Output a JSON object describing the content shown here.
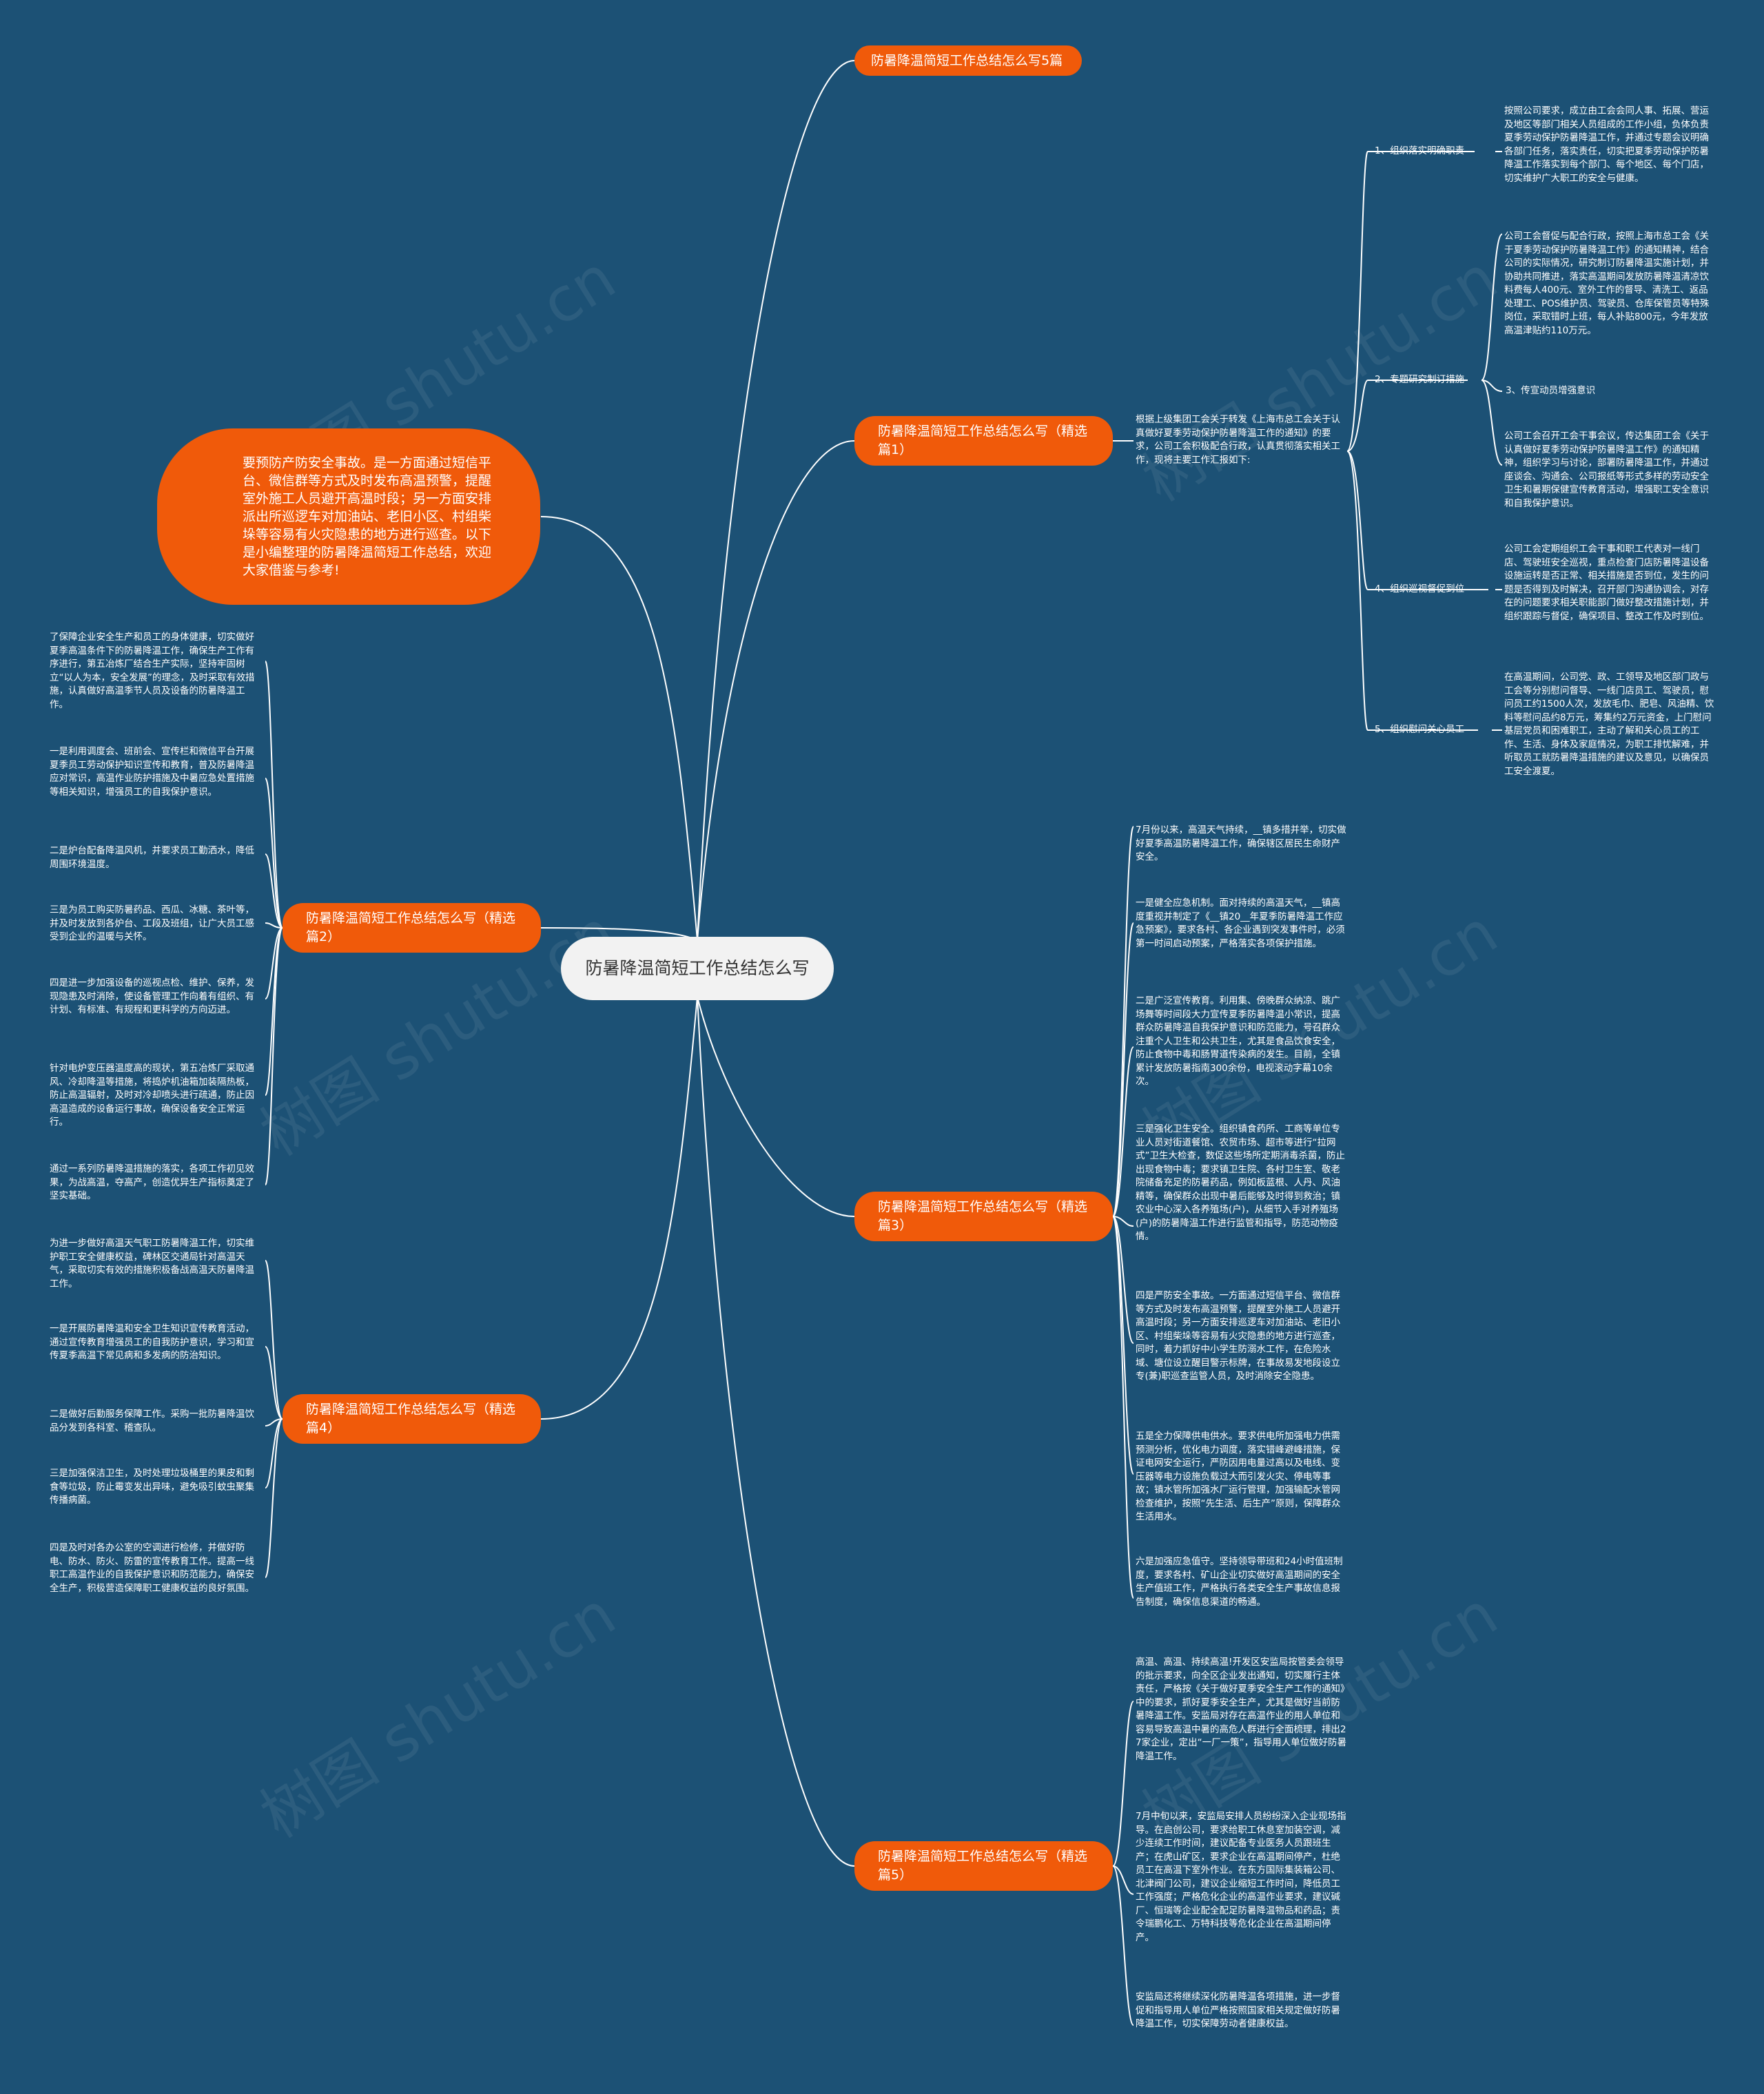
{
  "center": "防暑降温简短工作总结怎么写",
  "intro": "要预防产防安全事故。是一方面通过短信平台、微信群等方式及时发布高温预警，提醒室外施工人员避开高温时段；另一方面安排派出所巡逻车对加油站、老旧小区、村组柴垛等容易有火灾隐患的地方进行巡查。以下是小编整理的防暑降温简短工作总结，欢迎大家借鉴与参考!",
  "title5": "防暑降温简短工作总结怎么写5篇",
  "b1": {
    "label": "防暑降温简短工作总结怎么写（精选篇1）",
    "intro": "根据上级集团工会关于转发《上海市总工会关于认真做好夏季劳动保护防暑降温工作的通知》的要求，公司工会积极配合行政，认真贯彻落实相关工作，现将主要工作汇报如下:",
    "s1": "1、组织落实明确职责",
    "s1_text": "按照公司要求，成立由工会会同人事、拓展、营运及地区等部门相关人员组成的工作小组，负体负责夏季劳动保护防暑降温工作，并通过专题会议明确各部门任务，落实责任，切实把夏季劳动保护防暑降温工作落实到每个部门、每个地区、每个门店，切实维护广大职工的安全与健康。",
    "s2": "2、专题研究制订措施",
    "s2_text": "公司工会督促与配合行政，按照上海市总工会《关于夏季劳动保护防暑降温工作》的通知精神，结合公司的实际情况，研究制订防暑降温实施计划，并协助共同推进，落实高温期间发放防暑降温清凉饮料费每人400元、室外工作的督导、清洗工、返品处理工、POS维护员、驾驶员、仓库保管员等特殊岗位，采取错时上班，每人补贴800元，今年发放高温津贴约110万元。",
    "s3": "3、传宣动员增强意识",
    "s3_text": "公司工会召开工会干事会议，传达集团工会《关于认真做好夏季劳动保护防暑降温工作》的通知精神，组织学习与讨论，部署防暑降温工作，并通过座谈会、沟通会、公司报纸等形式多样的劳动安全卫生和暑期保健宣传教育活动，增强职工安全意识和自我保护意识。",
    "s4": "4、组织巡视督促到位",
    "s4_text": "公司工会定期组织工会干事和职工代表对一线门店、驾驶班安全巡视，重点检查门店防暑降温设备设施运转是否正常、相关措施是否到位，发生的问题是否得到及时解决，召开部门沟通协调会，对存在的问题要求相关职能部门做好整改措施计划，并组织跟踪与督促，确保项目、整改工作及时到位。",
    "s5": "5、组织慰问关心员工",
    "s5_text": "在高温期间，公司党、政、工领导及地区部门政与工会等分别慰问督导、一线门店员工、驾驶员，慰问员工约1500人次，发放毛巾、肥皂、风油精、饮料等慰问品约8万元，筹集约2万元资金，上门慰问基层党员和困难职工，主动了解和关心员工的工作、生活、身体及家庭情况，为职工排忧解难，并听取员工就防暑降温措施的建议及意见，以确保员工安全渡夏。"
  },
  "b2": {
    "label": "防暑降温简短工作总结怎么写（精选篇2）",
    "items": [
      "了保障企业安全生产和员工的身体健康，切实做好夏季高温条件下的防暑降温工作，确保生产工作有序进行，第五冶炼厂结合生产实际，坚持牢固树立“以人为本，安全发展”的理念，及时采取有效措施，认真做好高温季节人员及设备的防暑降温工作。",
      "一是利用调度会、班前会、宣传栏和微信平台开展夏季员工劳动保护知识宣传和教育，普及防暑降温应对常识，高温作业防护措施及中暑应急处置措施等相关知识，增强员工的自我保护意识。",
      "二是炉台配备降温风机，并要求员工勤洒水，降低周围环境温度。",
      "三是为员工购买防暑药品、西瓜、冰糖、茶叶等，并及时发放到各炉台、工段及班组，让广大员工感受到企业的温暖与关怀。",
      "四是进一步加强设备的巡视点检、维护、保养，发现隐患及时消除，使设备管理工作向着有组织、有计划、有标准、有规程和更科学的方向迈进。",
      "针对电炉变压器温度高的现状，第五冶炼厂采取通风、冷却降温等措施，将捣炉机油箱加装隔热板，防止高温辐射，及时对冷却喷头进行疏通，防止因高温造成的设备运行事故，确保设备安全正常运行。",
      "通过一系列防暑降温措施的落实，各项工作初见效果，为战高温，夺高产，创造优异生产指标奠定了坚实基础。"
    ]
  },
  "b3": {
    "label": "防暑降温简短工作总结怎么写（精选篇3）",
    "items": [
      "7月份以来，高温天气持续，__镇多措并举，切实做好夏季高温防暑降温工作，确保辖区居民生命财产安全。",
      "一是健全应急机制。面对持续的高温天气，__镇高度重视并制定了《__镇20__年夏季防暑降温工作应急预案》，要求各村、各企业遇到突发事件时，必须第一时间启动预案，严格落实各项保护措施。",
      "二是广泛宣传教育。利用集、傍晚群众纳凉、跳广场舞等时间段大力宣传夏季防暑降温小常识，提高群众防暑降温自我保护意识和防范能力，号召群众注重个人卫生和公共卫生，尤其是食品饮食安全，防止食物中毒和肠胃道传染病的发生。目前，全镇累计发放防暑指南300余份，电视滚动字幕10余次。",
      "三是强化卫生安全。组织镇食药所、工商等单位专业人员对街道餐馆、农贸市场、超市等进行“拉网式”卫生大检查，数促这些场所定期消毒杀菌，防止出现食物中毒；要求镇卫生院、各村卫生室、敬老院储备充足的防暑药品，例如板蓝根、人丹、风油精等，确保群众出现中暑后能够及时得到救治；镇农业中心深入各养殖场(户)，从细节入手对养殖场(户)的防暑降温工作进行监管和指导，防范动物疫情。",
      "四是严防安全事故。一方面通过短信平台、微信群等方式及时发布高温预警，提醒室外施工人员避开高温时段；另一方面安排巡逻车对加油站、老旧小区、村组柴垛等容易有火灾隐患的地方进行巡查，同时，着力抓好中小学生防溺水工作，在危险水域、塘位设立醒目警示标牌，在事故易发地段设立专(兼)职巡查监管人员，及时消除安全隐患。",
      "五是全力保障供电供水。要求供电所加强电力供需预测分析，优化电力调度，落实错峰避峰措施，保证电网安全运行，严防因用电量过高以及电线、变压器等电力设施负载过大而引发火灾、停电等事故；镇水管所加强水厂运行管理，加强输配水管网检查维护，按照“先生活、后生产”原则，保障群众生活用水。",
      "六是加强应急值守。坚持领导带班和24小时值班制度，要求各村、矿山企业切实做好高温期间的安全生产值班工作，严格执行各类安全生产事故信息报告制度，确保信息渠道的畅通。"
    ]
  },
  "b4": {
    "label": "防暑降温简短工作总结怎么写（精选篇4）",
    "items": [
      "为进一步做好高温天气职工防暑降温工作，切实维护职工安全健康权益，碑林区交通局针对高温天气，采取切实有效的措施积极备战高温天防暑降温工作。",
      "一是开展防暑降温和安全卫生知识宣传教育活动，通过宣传教育增强员工的自我防护意识，学习和宣传夏季高温下常见病和多发病的防治知识。",
      "二是做好后勤服务保障工作。采购一批防暑降温饮品分发到各科室、稽查队。",
      "三是加强保洁卫生，及时处理垃圾桶里的果皮和剩食等垃圾，防止霉变发出异味，避免吸引蚊虫聚集传播病菌。",
      "四是及时对各办公室的空调进行检修，并做好防电、防水、防火、防雷的宣传教育工作。提高一线职工高温作业的自我保护意识和防范能力，确保安全生产，积极营造保障职工健康权益的良好氛围。"
    ]
  },
  "b5": {
    "label": "防暑降温简短工作总结怎么写（精选篇5）",
    "items": [
      "高温、高温、持续高温!开发区安监局按管委会领导的批示要求，向全区企业发出通知，切实履行主体责任，严格按《关于做好夏季安全生产工作的通知》中的要求，抓好夏季安全生产，尤其是做好当前防暑降温工作。安监局对存在高温作业的用人单位和容易导致高温中暑的高危人群进行全面梳理，排出27家企业，定出“一厂一策”，指导用人单位做好防暑降温工作。",
      "7月中旬以来，安监局安排人员纷纷深入企业现场指导。在启创公司，要求给职工休息室加装空调，减少连续工作时间，建议配备专业医务人员跟班生产；在虎山矿区，要求企业在高温期间停产，杜绝员工在高温下室外作业。在东方国际集装箱公司、北津阀门公司，建议企业缩短工作时间，降低员工工作强度；严格危化企业的高温作业要求，建议碱厂、恒瑞等企业配全配足防暑降温物品和药品；责令瑞鹏化工、万特科技等危化企业在高温期间停产。",
      "安监局还将继续深化防暑降温各项措施，进一步督促和指导用人单位严格按照国家相关规定做好防暑降温工作，切实保障劳动者健康权益。"
    ]
  },
  "watermark": "树图 shutu.cn"
}
